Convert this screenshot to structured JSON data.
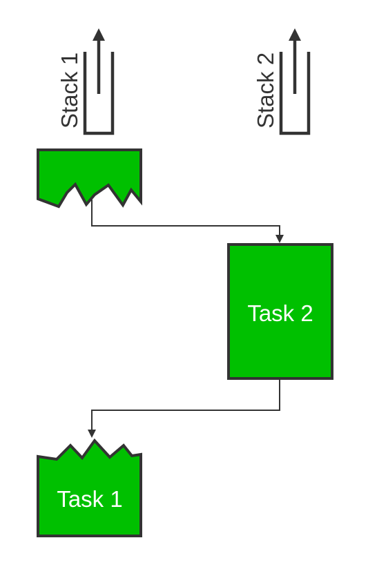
{
  "stacks": [
    {
      "label": "Stack 1"
    },
    {
      "label": "Stack 2"
    }
  ],
  "tasks": {
    "task2": {
      "label": "Task 2"
    },
    "task1": {
      "label": "Task 1"
    }
  },
  "colors": {
    "task_fill": "#00c000",
    "outline": "#333333",
    "task_text": "#ffffff",
    "background": "#ffffff"
  }
}
